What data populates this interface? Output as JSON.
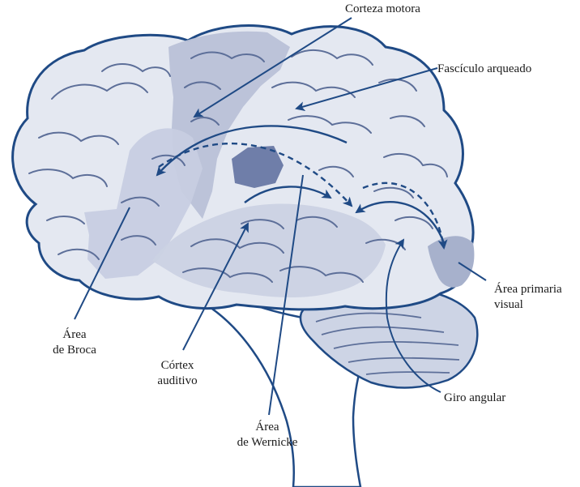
{
  "labels": {
    "motor_cortex": "Corteza motora",
    "arcuate_fasciculus": "Fascículo arqueado",
    "visual_area": [
      "Área primaria",
      "visual"
    ],
    "broca_area": [
      "Área",
      "de Broca"
    ],
    "auditory_cortex": [
      "Córtex",
      "auditivo"
    ],
    "wernicke_area": [
      "Área",
      "de Wernicke"
    ],
    "angular_gyrus": "Giro angular"
  },
  "colors": {
    "outline": "#1f4a85",
    "brain_fill": "#e4e8f1",
    "motor_fill": "#b9c1d7",
    "region_fill": "#c7cee1",
    "dark_region": "#6f7ea9",
    "groove": "#5d6f99",
    "arrow": "#1f4a85"
  }
}
